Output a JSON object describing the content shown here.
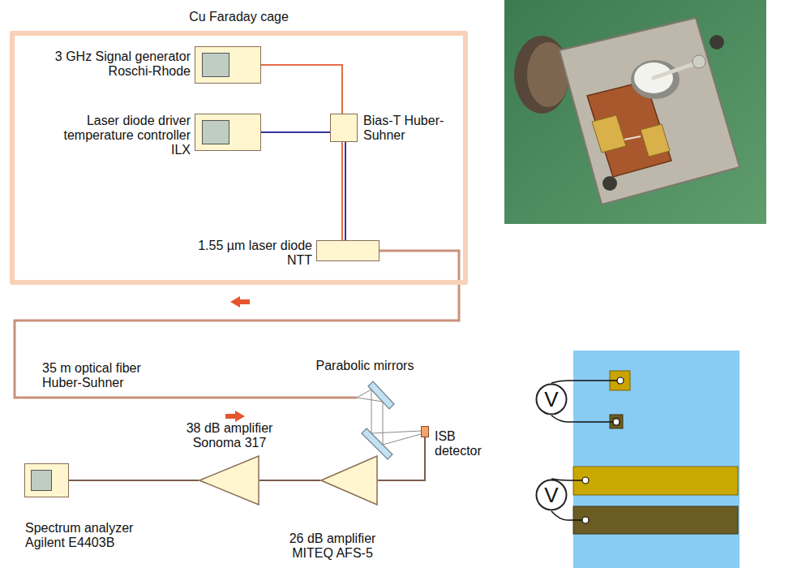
{
  "diagram": {
    "nodes": [
      {
        "text": [
          "Cu Faraday cage"
        ]
      },
      {
        "text": [
          "3 GHz Signal generator Roschi-Rhode"
        ],
        "in": 0
      },
      {
        "text": [
          "Laser diode driver temperature controller ILX"
        ],
        "in": 0
      },
      {
        "text": [
          "Bias-T Huber-Suhner"
        ],
        "in": 0
      },
      {
        "text": [
          "1.55 µm laser diode NTT"
        ],
        "in": 0
      },
      {
        "text": [
          "Parabolic mirrors"
        ]
      },
      {
        "text": [
          "ISB detector"
        ]
      },
      {
        "text": [
          "38 dB amplifier Sonoma 317"
        ]
      },
      {
        "text": [
          "Spectrum analyzer Agilent E4403B"
        ]
      },
      {
        "text": [
          "26 dB amplifier MITEQ AFS-5"
        ]
      },
      {
        "text": [
          "V"
        ]
      },
      {
        "text": [
          "V"
        ]
      }
    ],
    "edges": [
      {
        "from": 1,
        "to": 3,
        "arrow": "none"
      },
      {
        "from": 2,
        "to": 3,
        "arrow": "none"
      },
      {
        "from": 3,
        "to": 4,
        "arrow": "none"
      },
      {
        "from": 3,
        "to": 4,
        "arrow": "none"
      },
      {
        "from": 4,
        "to": 5,
        "label": "35 m optical fiber Huber-Suhner",
        "arrow": "none"
      },
      {
        "from": 6,
        "to": 9,
        "arrow": "none"
      },
      {
        "from": 9,
        "to": 7,
        "arrow": "none"
      },
      {
        "from": 7,
        "to": 8,
        "arrow": "none"
      }
    ]
  }
}
